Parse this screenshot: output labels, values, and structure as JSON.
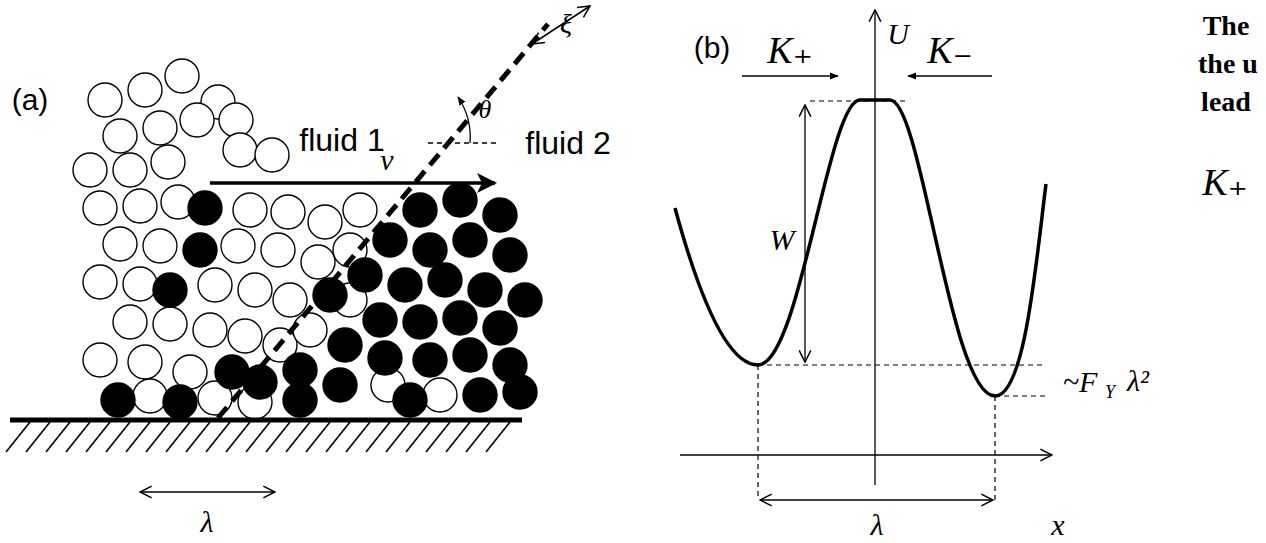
{
  "diagram": {
    "labels": [
      "(a)",
      "ξ",
      "θ",
      "fluid 1",
      "v",
      "fluid 2",
      "λ",
      "(b)",
      "U",
      "K₊",
      "K₋",
      "W",
      "~F",
      "Y",
      "λ²",
      "λ",
      "x",
      "The",
      "the u",
      "lead",
      "K₊"
    ]
  }
}
